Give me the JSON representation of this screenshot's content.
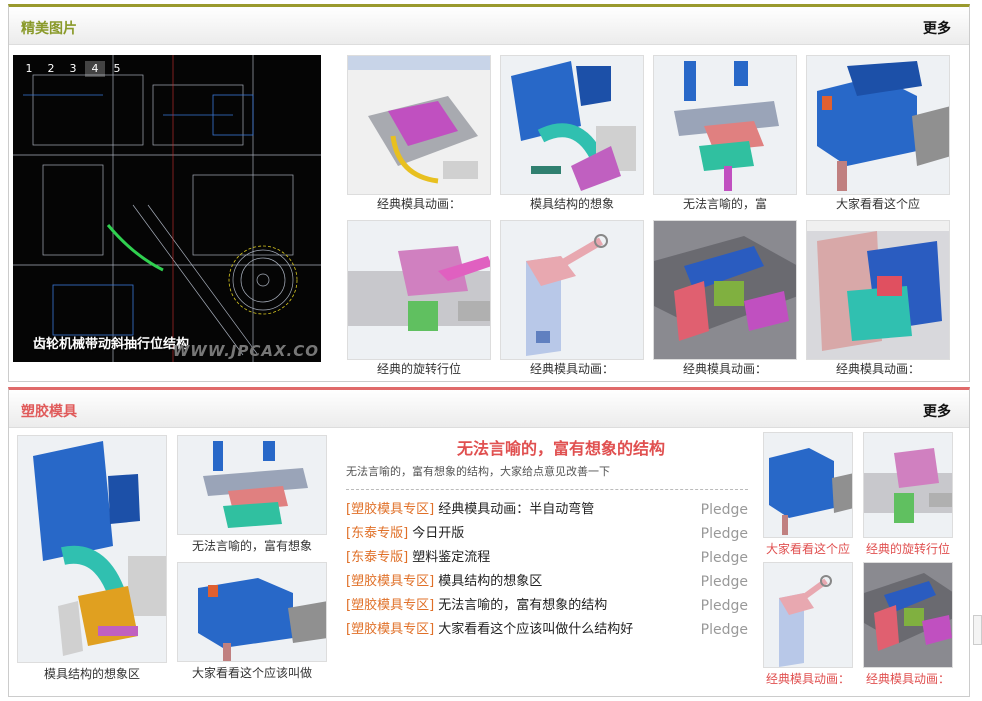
{
  "panel1": {
    "title": "精美图片",
    "more": "更多",
    "slider": {
      "numbers": [
        "1",
        "2",
        "3",
        "4",
        "5"
      ],
      "active": "4",
      "caption": "齿轮机械带动斜抽行位结构",
      "watermark": "WWW.JPCAX.CO"
    },
    "thumbs": [
      {
        "caption": "经典模具动画："
      },
      {
        "caption": "模具结构的想象"
      },
      {
        "caption": "无法言喻的，富"
      },
      {
        "caption": "大家看看这个应"
      },
      {
        "caption": "经典的旋转行位"
      },
      {
        "caption": "经典模具动画："
      },
      {
        "caption": "经典模具动画："
      },
      {
        "caption": "经典模具动画："
      }
    ]
  },
  "panel2": {
    "title": "塑胶模具",
    "more": "更多",
    "big_thumb": {
      "caption": "模具结构的想象区"
    },
    "mid_thumbs": [
      {
        "caption": "无法言喻的，富有想象"
      },
      {
        "caption": "大家看看这个应该叫做"
      }
    ],
    "news": {
      "headline": "无法言喻的，富有想象的结构",
      "summary": "无法言喻的，富有想象的结构，大家给点意见改善一下",
      "items": [
        {
          "category": "[塑胶模具专区]",
          "text": "经典模具动画：半自动弯管",
          "author": "Pledge"
        },
        {
          "category": "[东泰专版]",
          "text": "今日开版",
          "author": "Pledge"
        },
        {
          "category": "[东泰专版]",
          "text": "塑料鉴定流程",
          "author": "Pledge"
        },
        {
          "category": "[塑胶模具专区]",
          "text": "模具结构的想象区",
          "author": "Pledge"
        },
        {
          "category": "[塑胶模具专区]",
          "text": "无法言喻的，富有想象的结构",
          "author": "Pledge"
        },
        {
          "category": "[塑胶模具专区]",
          "text": "大家看看这个应该叫做什么结构好",
          "author": "Pledge"
        }
      ]
    },
    "right_thumbs": [
      {
        "caption": "大家看看这个应"
      },
      {
        "caption": "经典的旋转行位"
      },
      {
        "caption": "经典模具动画："
      },
      {
        "caption": "经典模具动画："
      }
    ]
  },
  "colors": {
    "panel1_accent": "#9a9a2e",
    "panel2_accent": "#e06a6a",
    "category_orange": "#e07028",
    "headline_red": "#e05050"
  }
}
